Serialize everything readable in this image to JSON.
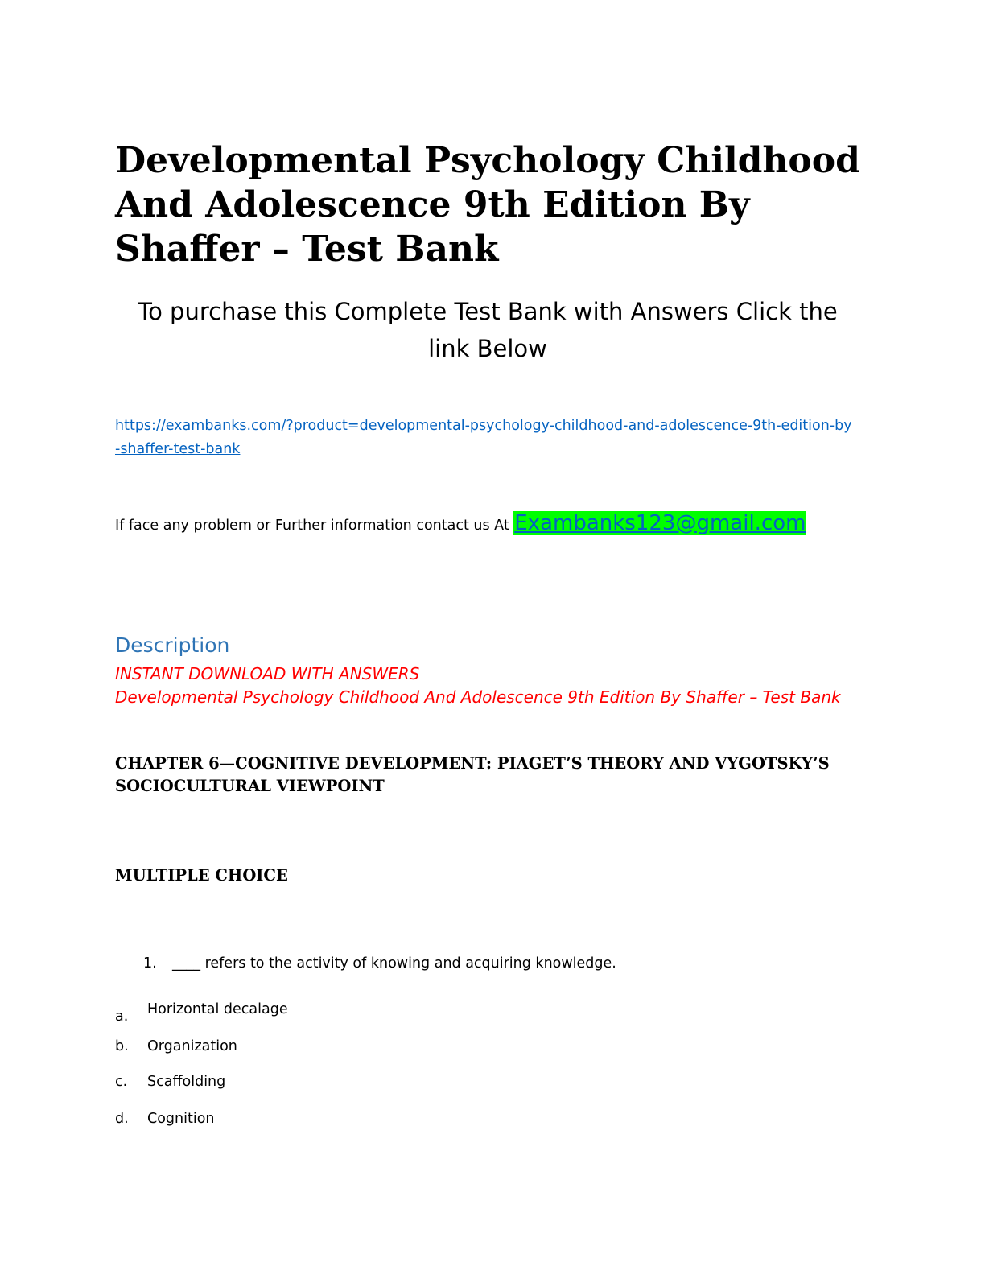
{
  "document": {
    "title": "Developmental Psychology Childhood And Adolescence 9th Edition By Shaffer – Test Bank",
    "purchase_text": "To purchase this Complete Test Bank with Answers Click the link Below",
    "link_text": "https://exambanks.com/?product=developmental-psychology-childhood-and-adolescence-9th-edition-by-shaffer-test-bank",
    "contact_text": "If face any problem or Further information contact us At ",
    "contact_email": "Exambanks123@gmail.com",
    "description_heading": "Description",
    "instant_download": "INSTANT DOWNLOAD WITH ANSWERS",
    "description_title": "Developmental Psychology Childhood And Adolescence 9th Edition By Shaffer – Test Bank",
    "chapter_heading": "CHAPTER 6—COGNITIVE DEVELOPMENT: PIAGET’S THEORY AND VYGOTSKY’S SOCIOCULTURAL VIEWPOINT",
    "section_heading": "MULTIPLE CHOICE"
  },
  "question": {
    "number": "1.",
    "text": "____ refers to the activity of knowing and acquiring knowledge.",
    "options": [
      {
        "letter": "a.",
        "text": "Horizontal decalage"
      },
      {
        "letter": "b.",
        "text": "Organization"
      },
      {
        "letter": "c.",
        "text": "Scaffolding"
      },
      {
        "letter": "d.",
        "text": "Cognition"
      }
    ]
  },
  "colors": {
    "link": "#0563C1",
    "email_highlight": "#00FF00",
    "description_heading": "#2E74B5",
    "red_text": "#FF0000"
  }
}
